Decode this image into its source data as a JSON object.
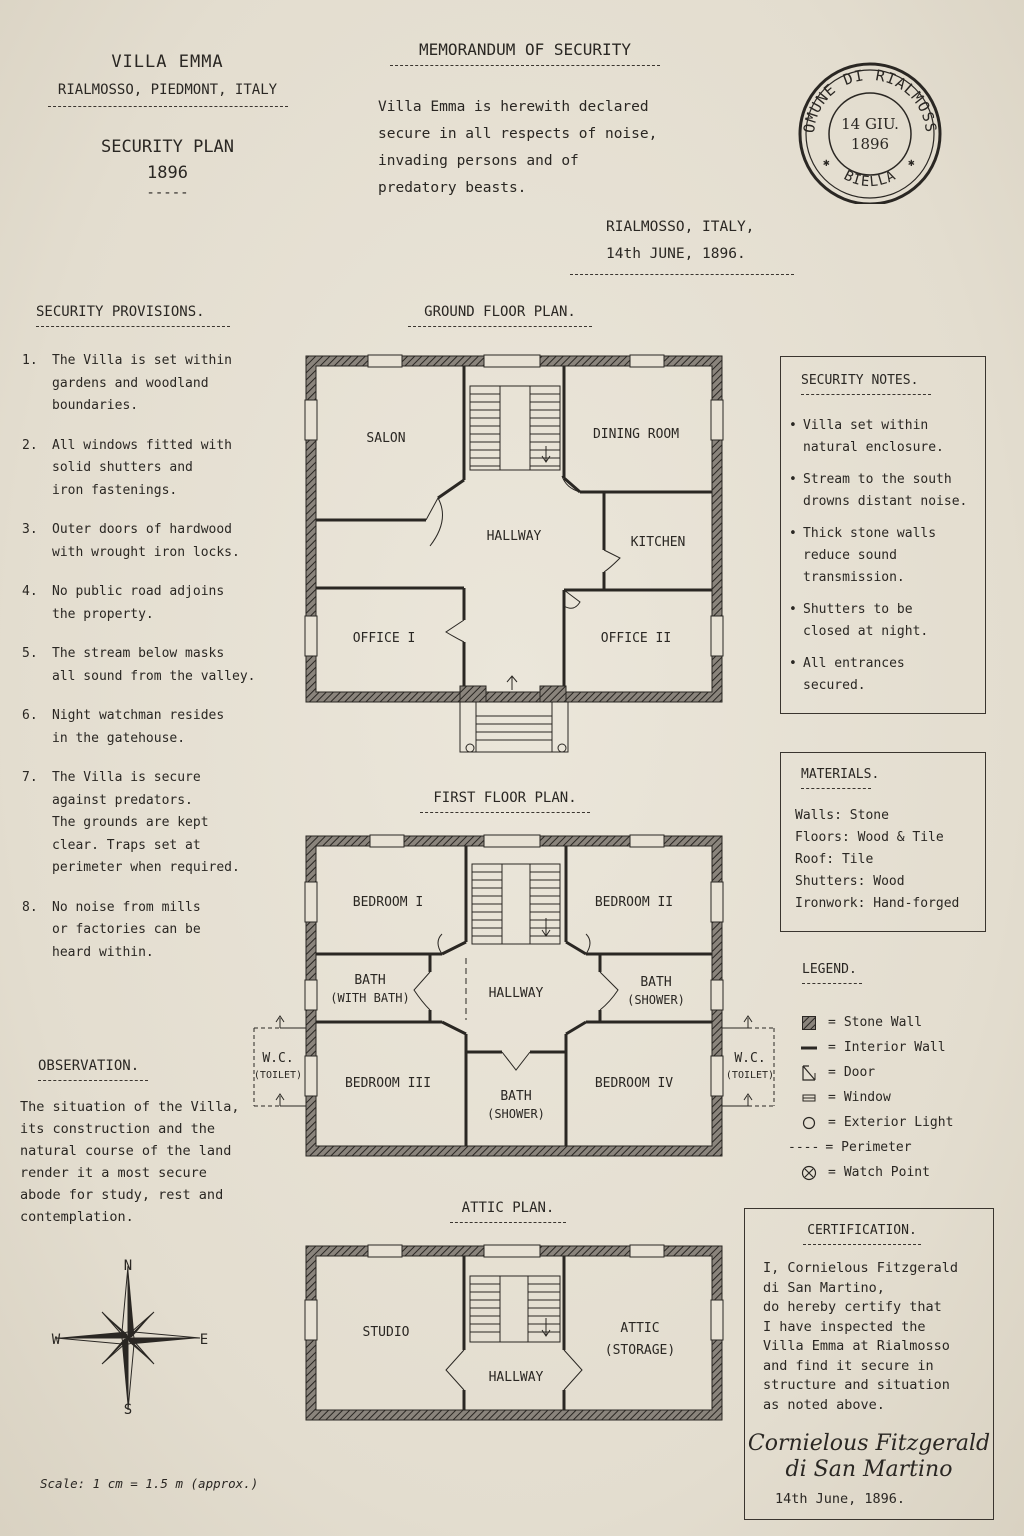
{
  "header": {
    "villa_name": "VILLA EMMA",
    "location": "RIALMOSSO, PIEDMONT, ITALY",
    "plan_title": "SECURITY PLAN",
    "plan_year": "1896",
    "short_rule": "-----"
  },
  "memorandum": {
    "title": "MEMORANDUM OF SECURITY",
    "body_lines": [
      "Villa Emma is herewith declared",
      "secure in all respects of noise,",
      "invading persons and of",
      "predatory beasts."
    ],
    "place": "RIALMOSSO, ITALY,",
    "date": "14th JUNE, 1896."
  },
  "stamp": {
    "top_text": "COMUNE DI RIALMOSSO",
    "bottom_text": "BIELLA",
    "date_line1": "14 GIU.",
    "date_line2": "1896"
  },
  "provisions": {
    "title": "SECURITY PROVISIONS.",
    "items": [
      {
        "num": "1.",
        "lines": [
          "The Villa is set within",
          "gardens and woodland",
          "boundaries."
        ]
      },
      {
        "num": "2.",
        "lines": [
          "All windows fitted with",
          "solid shutters and",
          "iron fastenings."
        ]
      },
      {
        "num": "3.",
        "lines": [
          "Outer doors of hardwood",
          "with wrought iron locks."
        ]
      },
      {
        "num": "4.",
        "lines": [
          "No public road adjoins",
          "the property."
        ]
      },
      {
        "num": "5.",
        "lines": [
          "The stream below masks",
          "all sound from the valley."
        ]
      },
      {
        "num": "6.",
        "lines": [
          "Night watchman resides",
          "in the gatehouse."
        ]
      },
      {
        "num": "7.",
        "lines": [
          "The Villa is secure",
          "against predators.",
          "The grounds are kept",
          "clear.  Traps set at",
          "perimeter when required."
        ]
      },
      {
        "num": "8.",
        "lines": [
          "No noise from mills",
          "or factories can be",
          "heard within."
        ]
      }
    ]
  },
  "observation": {
    "title": "OBSERVATION.",
    "lines": [
      "The situation of the Villa,",
      "its construction and the",
      "natural course of the land",
      "render it a most secure",
      "abode for study, rest and",
      "contemplation."
    ]
  },
  "compass": {
    "n": "N",
    "s": "S",
    "e": "E",
    "w": "W"
  },
  "scale": "Scale: 1 cm = 1.5 m (approx.)",
  "ground_floor": {
    "title": "GROUND FLOOR PLAN.",
    "rooms": {
      "salon": "SALON",
      "dining": "DINING ROOM",
      "hallway": "HALLWAY",
      "kitchen": "KITCHEN",
      "office1": "OFFICE I",
      "office2": "OFFICE II"
    }
  },
  "first_floor": {
    "title": "FIRST FLOOR PLAN.",
    "rooms": {
      "bedroom1": "BEDROOM I",
      "bedroom2": "BEDROOM II",
      "bath_left": "BATH",
      "bath_left_sub": "(WITH BATH)",
      "hallway": "HALLWAY",
      "bath_right": "BATH",
      "bath_right_sub": "(SHOWER)",
      "bedroom3": "BEDROOM III",
      "bath_mid": "BATH",
      "bath_mid_sub": "(SHOWER)",
      "bedroom4": "BEDROOM IV",
      "wc": "W.C.",
      "wc_sub": "(TOILET)"
    }
  },
  "attic": {
    "title": "ATTIC PLAN.",
    "rooms": {
      "studio": "STUDIO",
      "attic": "ATTIC",
      "attic_sub": "(STORAGE)",
      "hallway": "HALLWAY"
    }
  },
  "security_notes": {
    "title": "SECURITY NOTES.",
    "items": [
      [
        "Villa set within",
        "natural enclosure."
      ],
      [
        "Stream to the south",
        "drowns distant noise."
      ],
      [
        "Thick stone walls",
        "reduce sound",
        "transmission."
      ],
      [
        "Shutters to be",
        "closed at night."
      ],
      [
        "All entrances",
        "secured."
      ]
    ]
  },
  "materials": {
    "title": "MATERIALS.",
    "rows": [
      "Walls: Stone",
      "Floors: Wood & Tile",
      "Roof: Tile",
      "Shutters: Wood",
      "Ironwork: Hand-forged"
    ]
  },
  "legend": {
    "title": "LEGEND.",
    "items": [
      {
        "icon": "stone-wall",
        "label": "Stone Wall"
      },
      {
        "icon": "interior-wall",
        "label": "Interior Wall"
      },
      {
        "icon": "door",
        "label": "Door"
      },
      {
        "icon": "window",
        "label": "Window"
      },
      {
        "icon": "exterior-light",
        "label": "Exterior Light"
      },
      {
        "icon": "perimeter",
        "label": "Perimeter"
      },
      {
        "icon": "watch-point",
        "label": "Watch Point"
      }
    ]
  },
  "certification": {
    "title": "CERTIFICATION.",
    "lines": [
      "I, Cornielous Fitzgerald",
      "di San Martino,",
      "do hereby certify that",
      "I have inspected the",
      "Villa Emma at Rialmosso",
      "and find it secure in",
      "structure and situation",
      "as noted above."
    ],
    "signature_line1": "Cornielous Fitzgerald",
    "signature_line2": "di San Martino",
    "date": "14th June, 1896."
  },
  "colors": {
    "paper": "#e7e1d4",
    "ink": "#2a2723",
    "wall_fill": "#5a5550"
  }
}
